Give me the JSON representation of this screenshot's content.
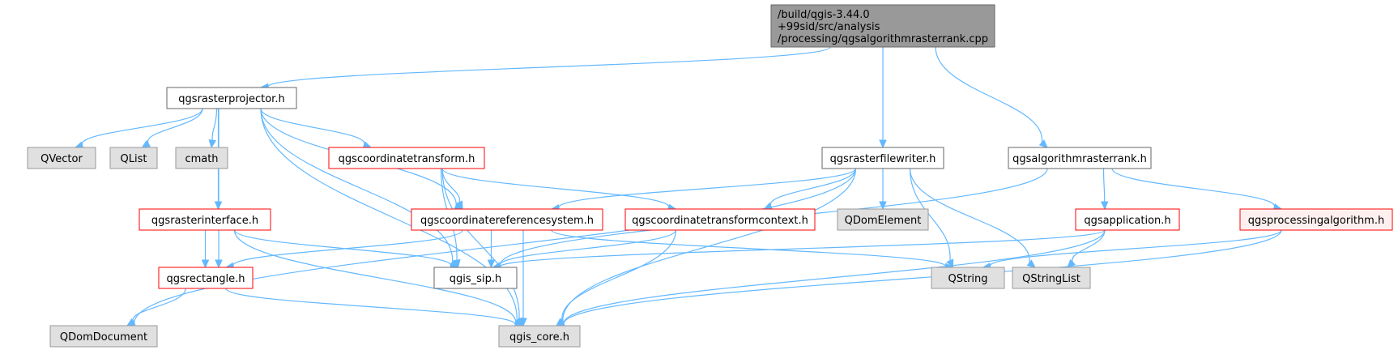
{
  "colors": {
    "edge": "#63b8ff",
    "root_fill": "#999999",
    "root_stroke": "#666666",
    "file_fill": "#ffffff",
    "file_stroke": "#666666",
    "red_stroke": "#ff0000",
    "external_fill": "#e0e0e0",
    "external_stroke": "#999999",
    "processing_fill": "#fff0f0"
  },
  "nodes": [
    {
      "id": "root",
      "style": "root",
      "lines": [
        "/build/qgis-3.44.0",
        "+99sid/src/analysis",
        "/processing/qgsalgorithmrasterrank.cpp"
      ]
    },
    {
      "id": "rasterprojector",
      "style": "file",
      "lines": [
        "qgsrasterprojector.h"
      ]
    },
    {
      "id": "rasterfilewriter",
      "style": "file",
      "lines": [
        "qgsrasterfilewriter.h"
      ]
    },
    {
      "id": "algorithmrasterrank",
      "style": "file",
      "lines": [
        "qgsalgorithmrasterrank.h"
      ]
    },
    {
      "id": "qvector",
      "style": "external",
      "lines": [
        "QVector"
      ]
    },
    {
      "id": "qlist",
      "style": "external",
      "lines": [
        "QList"
      ]
    },
    {
      "id": "cmath",
      "style": "external",
      "lines": [
        "cmath"
      ]
    },
    {
      "id": "coordinatetransform",
      "style": "red",
      "lines": [
        "qgscoordinatetransform.h"
      ]
    },
    {
      "id": "rasterinterface",
      "style": "red",
      "lines": [
        "qgsrasterinterface.h"
      ]
    },
    {
      "id": "crs",
      "style": "red",
      "lines": [
        "qgscoordinatereferencesystem.h"
      ]
    },
    {
      "id": "ctcontext",
      "style": "red",
      "lines": [
        "qgscoordinatetransformcontext.h"
      ]
    },
    {
      "id": "qdomelement",
      "style": "external",
      "lines": [
        "QDomElement"
      ]
    },
    {
      "id": "application",
      "style": "red",
      "lines": [
        "qgsapplication.h"
      ]
    },
    {
      "id": "processingalgorithm",
      "style": "processing",
      "lines": [
        "qgsprocessingalgorithm.h"
      ]
    },
    {
      "id": "rectangle",
      "style": "red",
      "lines": [
        "qgsrectangle.h"
      ]
    },
    {
      "id": "qgissip",
      "style": "file",
      "lines": [
        "qgis_sip.h"
      ]
    },
    {
      "id": "qstring",
      "style": "external",
      "lines": [
        "QString"
      ]
    },
    {
      "id": "qstringlist",
      "style": "external",
      "lines": [
        "QStringList"
      ]
    },
    {
      "id": "qdomdocument",
      "style": "external",
      "lines": [
        "QDomDocument"
      ]
    },
    {
      "id": "qgiscore",
      "style": "external",
      "lines": [
        "qgis_core.h"
      ]
    }
  ],
  "edges": [
    {
      "from": "root",
      "to": "rasterprojector"
    },
    {
      "from": "root",
      "to": "rasterfilewriter"
    },
    {
      "from": "root",
      "to": "algorithmrasterrank"
    },
    {
      "from": "rasterprojector",
      "to": "qvector"
    },
    {
      "from": "rasterprojector",
      "to": "qlist"
    },
    {
      "from": "rasterprojector",
      "to": "cmath"
    },
    {
      "from": "rasterprojector",
      "to": "coordinatetransform"
    },
    {
      "from": "rasterprojector",
      "to": "crs"
    },
    {
      "from": "rasterprojector",
      "to": "rasterinterface"
    },
    {
      "from": "rasterprojector",
      "to": "rectangle"
    },
    {
      "from": "rasterprojector",
      "to": "qgissip"
    },
    {
      "from": "rasterprojector",
      "to": "qgiscore"
    },
    {
      "from": "coordinatetransform",
      "to": "crs"
    },
    {
      "from": "coordinatetransform",
      "to": "ctcontext"
    },
    {
      "from": "coordinatetransform",
      "to": "qgissip"
    },
    {
      "from": "coordinatetransform",
      "to": "qgiscore"
    },
    {
      "from": "rasterinterface",
      "to": "rectangle"
    },
    {
      "from": "rasterinterface",
      "to": "qgissip"
    },
    {
      "from": "rasterinterface",
      "to": "qgiscore"
    },
    {
      "from": "crs",
      "to": "rectangle"
    },
    {
      "from": "crs",
      "to": "qgissip"
    },
    {
      "from": "crs",
      "to": "qstring"
    },
    {
      "from": "crs",
      "to": "qgiscore"
    },
    {
      "from": "ctcontext",
      "to": "qgissip"
    },
    {
      "from": "ctcontext",
      "to": "qgiscore"
    },
    {
      "from": "rasterfilewriter",
      "to": "qdomdocument"
    },
    {
      "from": "rasterfilewriter",
      "to": "crs"
    },
    {
      "from": "rasterfilewriter",
      "to": "ctcontext"
    },
    {
      "from": "rasterfilewriter",
      "to": "qdomelement"
    },
    {
      "from": "rasterfilewriter",
      "to": "qstring"
    },
    {
      "from": "rasterfilewriter",
      "to": "qstringlist"
    },
    {
      "from": "rasterfilewriter",
      "to": "qgiscore"
    },
    {
      "from": "algorithmrasterrank",
      "to": "qgissip"
    },
    {
      "from": "algorithmrasterrank",
      "to": "application"
    },
    {
      "from": "algorithmrasterrank",
      "to": "processingalgorithm"
    },
    {
      "from": "application",
      "to": "qgissip"
    },
    {
      "from": "application",
      "to": "qstringlist"
    },
    {
      "from": "application",
      "to": "qgiscore"
    },
    {
      "from": "processingalgorithm",
      "to": "qstring"
    },
    {
      "from": "processingalgorithm",
      "to": "qgiscore"
    },
    {
      "from": "rectangle",
      "to": "qdomdocument"
    },
    {
      "from": "rectangle",
      "to": "qgiscore"
    }
  ]
}
